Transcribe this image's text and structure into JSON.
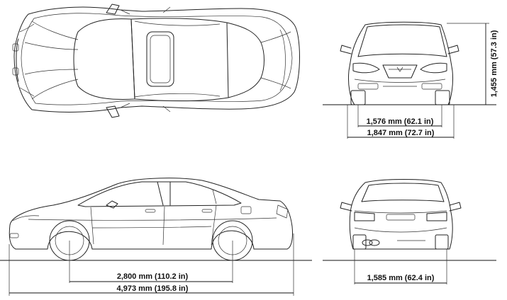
{
  "dimensions": {
    "front_track": "1,576 mm (62.1 in)",
    "overall_width": "1,847 mm (72.7 in)",
    "overall_height": "1,455 mm (57.3 in)",
    "wheelbase": "2,800 mm (110.2 in)",
    "overall_length": "4,973 mm (195.8 in)",
    "rear_track": "1,585 mm (62.4 in)"
  }
}
